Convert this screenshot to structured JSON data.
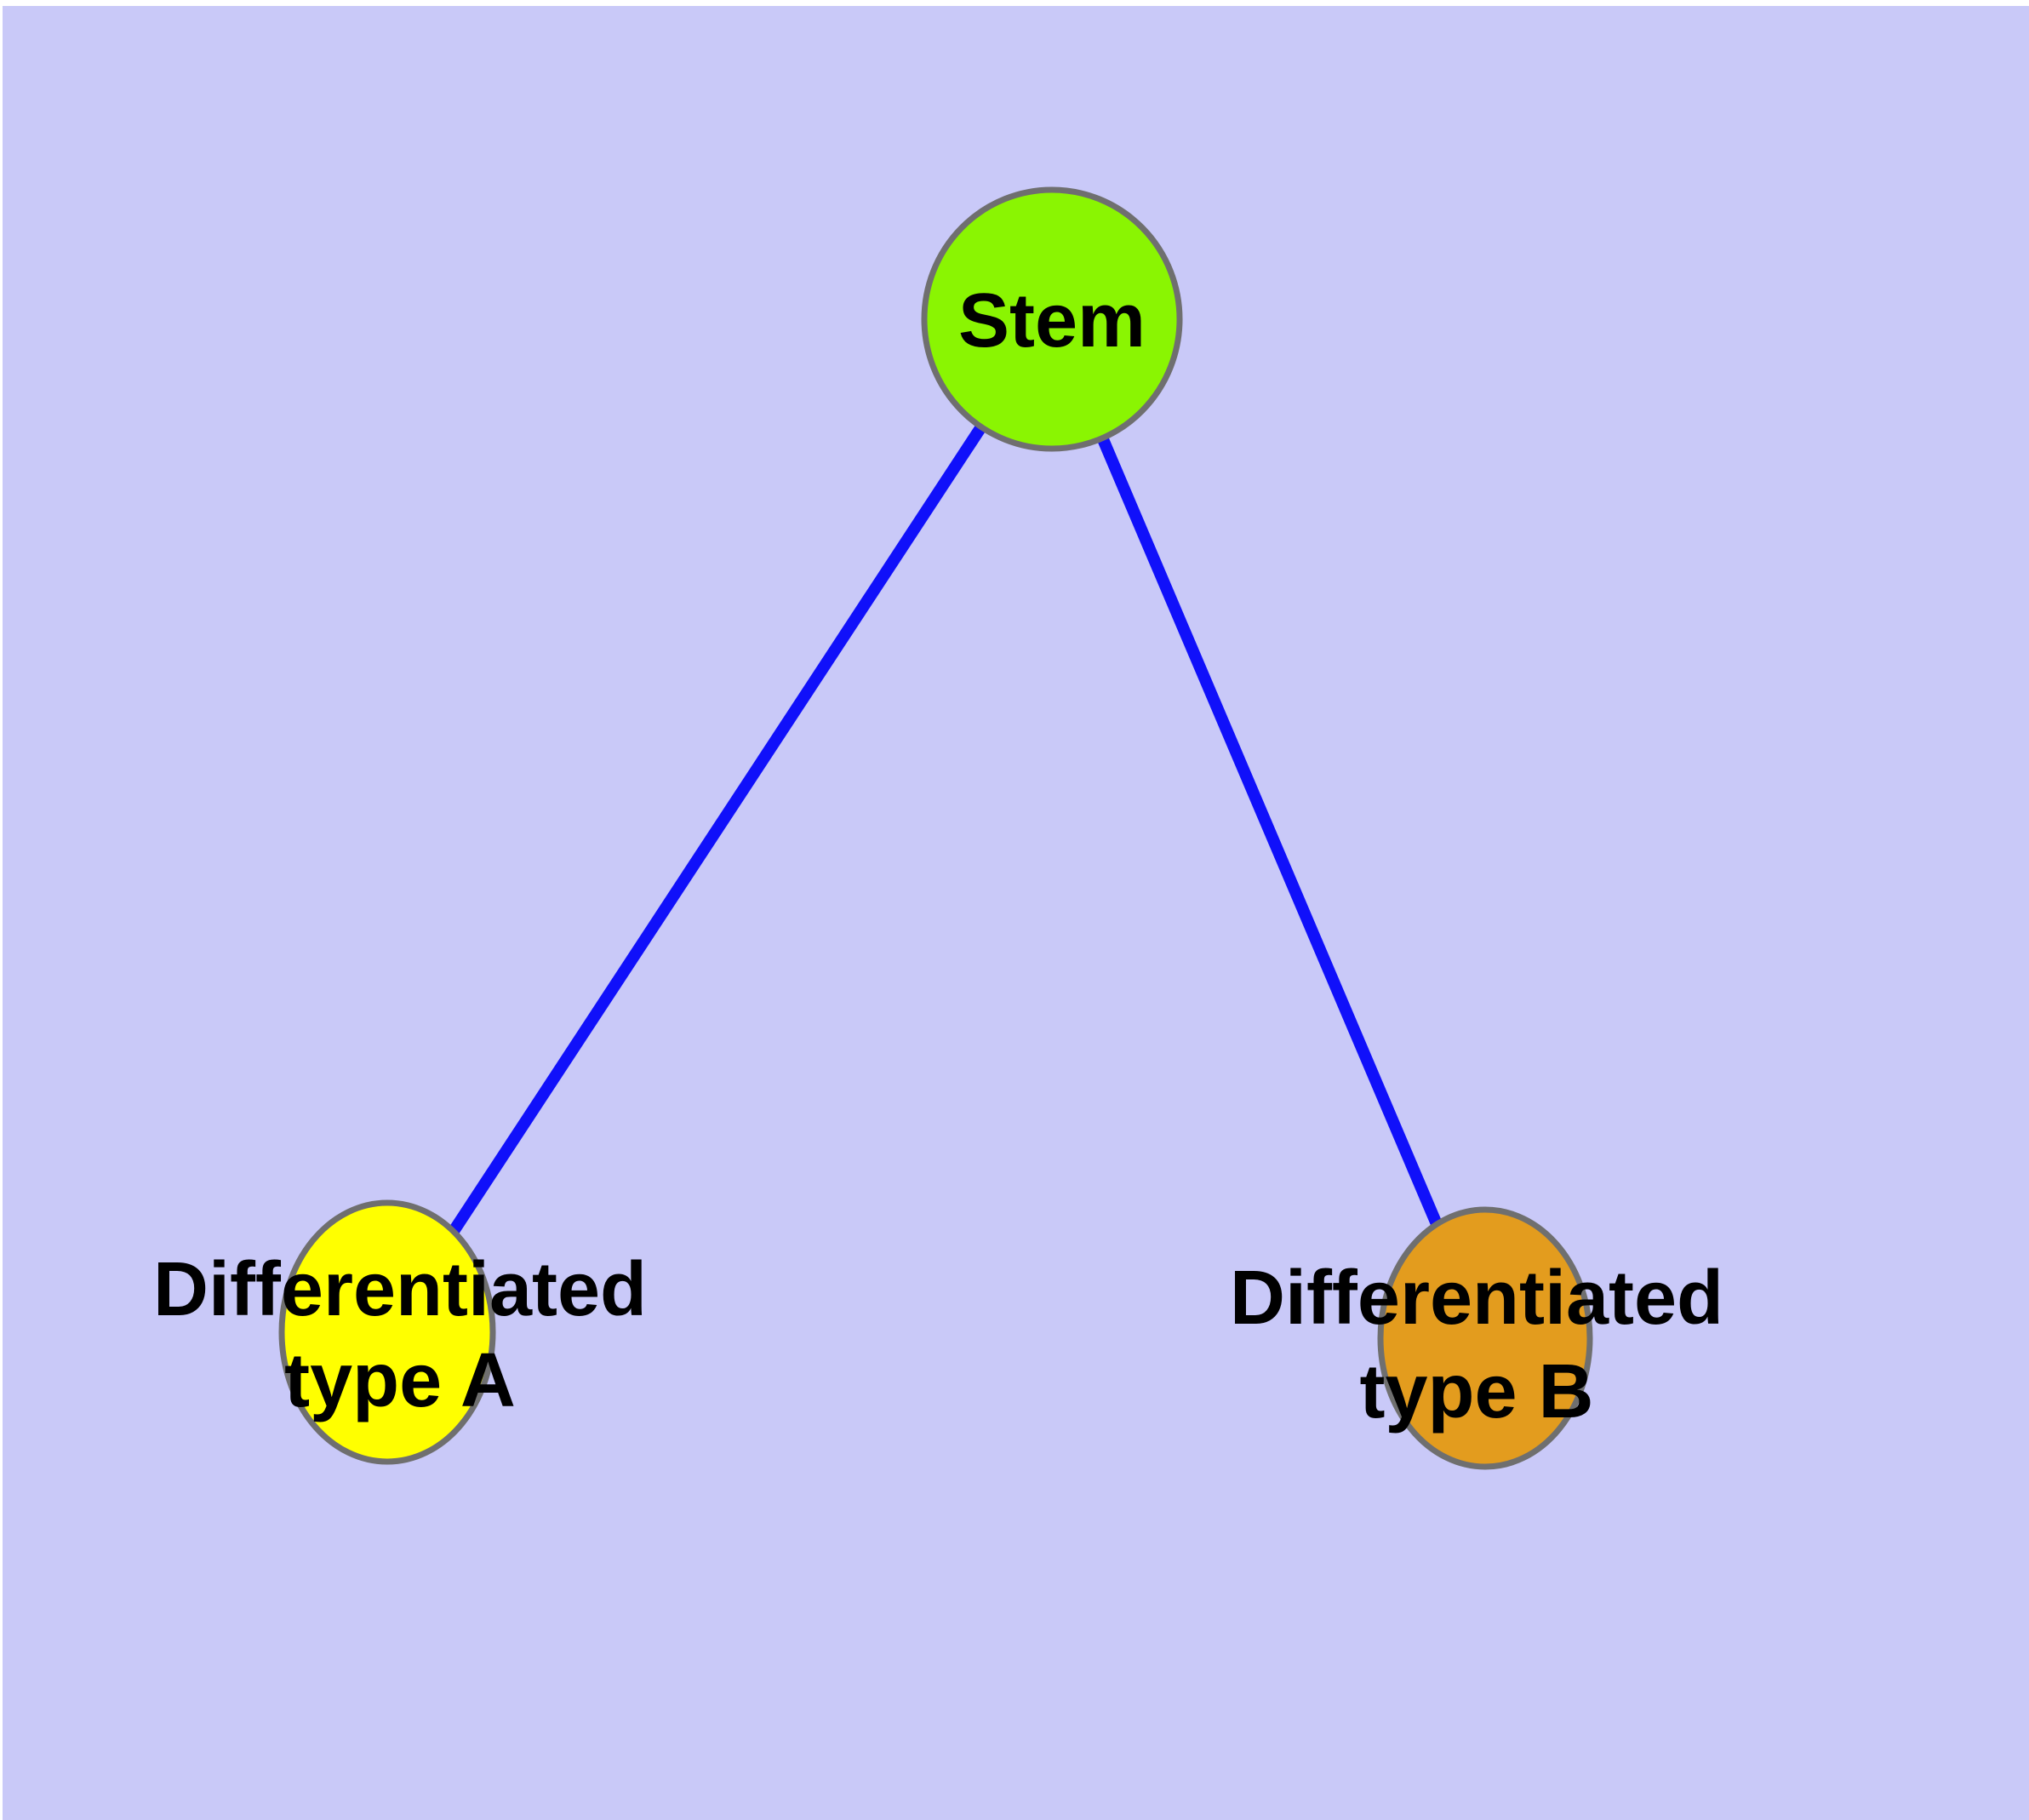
{
  "diagram": {
    "type": "graph",
    "description": "Cell differentiation tree: one stem node with two differentiated child nodes",
    "colors": {
      "background": "#c9c9f8",
      "frame": "#ffffff",
      "edge": "#1010fa",
      "node_border": "#6f6f6f",
      "label": "#000000"
    },
    "nodes": {
      "stem": {
        "label": "Stem",
        "fill": "#8af502"
      },
      "type_a": {
        "label_line1": "Differentiated",
        "label_line2": "type A",
        "label_full": "Differentiated type A",
        "fill": "#ffff00"
      },
      "type_b": {
        "label_line1": "Differentiated",
        "label_line2": "type B",
        "label_full": "Differentiated type B",
        "fill": "#e39c1e"
      }
    },
    "edges": [
      {
        "from": "Stem",
        "to": "Differentiated type A"
      },
      {
        "from": "Stem",
        "to": "Differentiated type B"
      }
    ]
  }
}
